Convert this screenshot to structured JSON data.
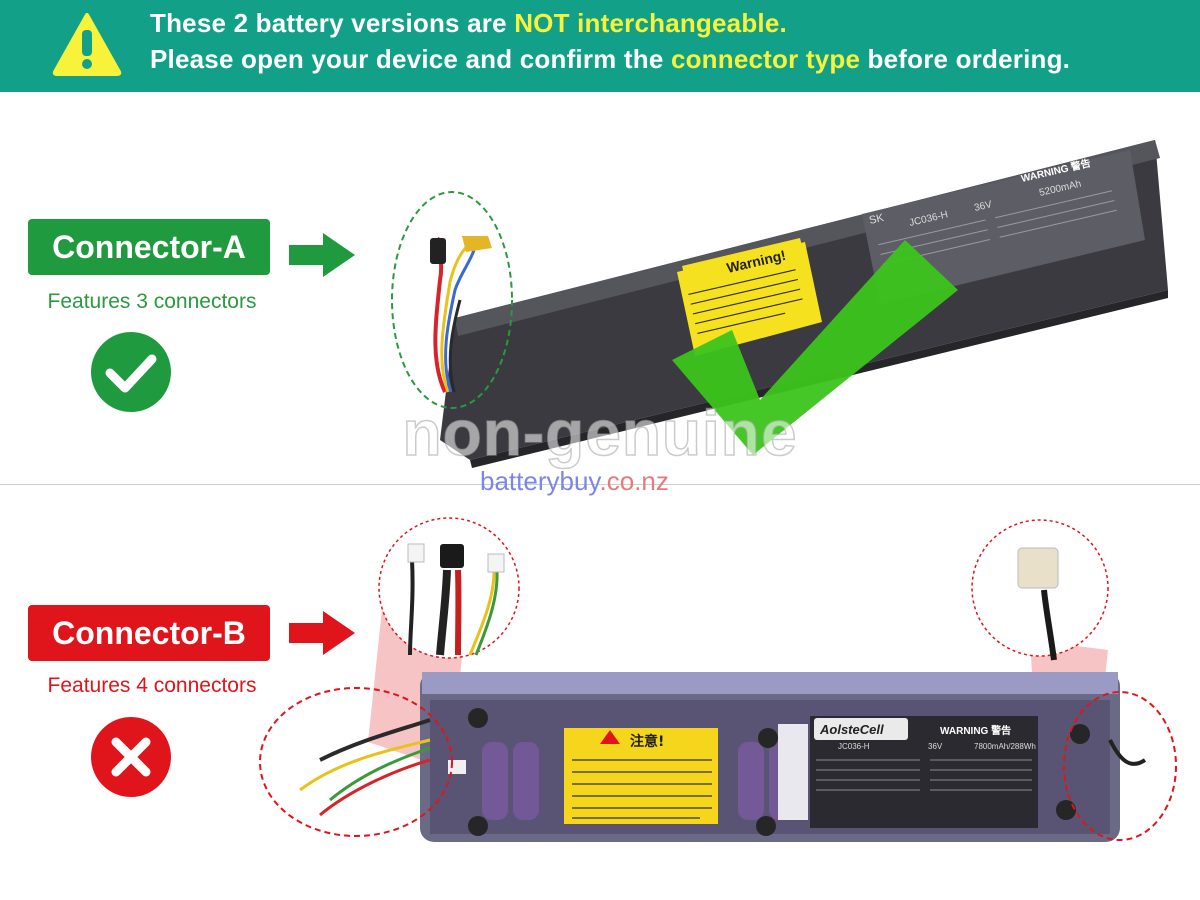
{
  "banner": {
    "line1_prefix": "These 2 battery versions are ",
    "line1_highlight": "NOT interchangeable.",
    "line2_prefix": "Please open your device and confirm the ",
    "line2_highlight": "connector type",
    "line2_suffix": " before ordering.",
    "bg_color": "#13a089",
    "highlight_color": "#f7f23a"
  },
  "connector_a": {
    "label": "Connector-A",
    "features": "Features 3 connectors",
    "status_icon": "check-icon",
    "color": "#1f9a3e",
    "battery_warning_title": "Warning!",
    "battery_brand": "SK",
    "battery_model": "JC036-H",
    "battery_voltage": "36V",
    "battery_capacity": "5200mAh",
    "battery_label_title": "WARNING 警告"
  },
  "connector_b": {
    "label": "Connector-B",
    "features": "Features 4 connectors",
    "status_icon": "cross-icon",
    "color": "#e0141b",
    "battery_brand": "AolsteCell",
    "battery_model": "JC036-H",
    "battery_voltage": "36V",
    "battery_capacity": "7800mAh/288Wh",
    "battery_label_title": "WARNING 警告",
    "battery_notice_title": "注意!"
  },
  "watermark": {
    "main": "non-genuine",
    "domain": "batterybuy",
    "tld": ".co.nz"
  }
}
